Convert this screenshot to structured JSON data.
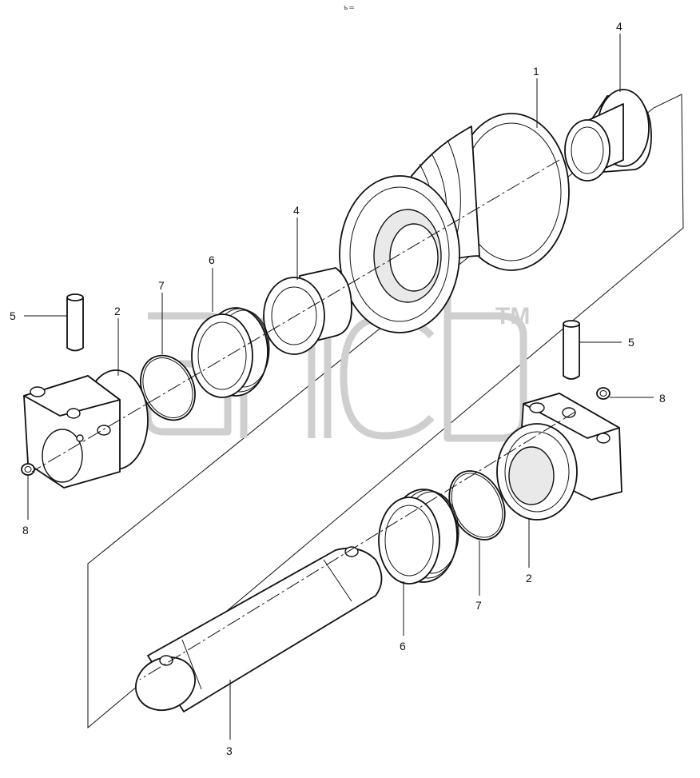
{
  "header_mark": "ъ ═",
  "watermark": {
    "trademark": "TM"
  },
  "callouts": {
    "c1": "1",
    "c4_top": "4",
    "c4_mid": "4",
    "c6_upper": "6",
    "c7_upper": "7",
    "c5_left": "5",
    "c2_left": "2",
    "c8_left": "8",
    "c5_right": "5",
    "c8_right": "8",
    "c2_right": "2",
    "c7_lower": "7",
    "c6_lower": "6",
    "c3": "3"
  }
}
